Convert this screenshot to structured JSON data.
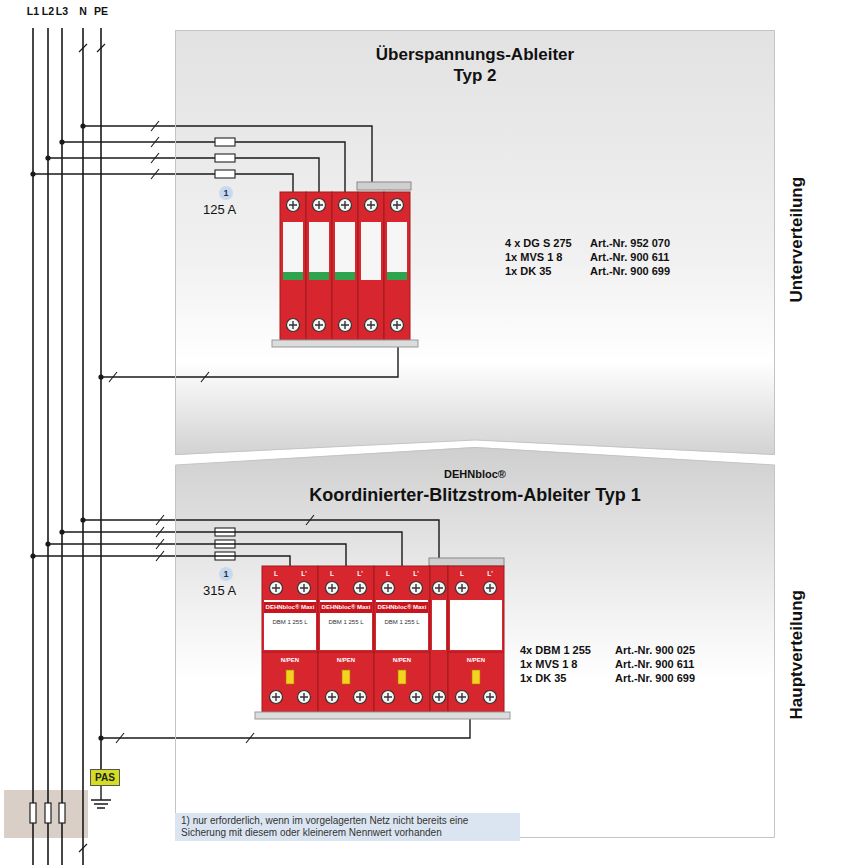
{
  "diagram": {
    "nodes": [
      {
        "text": [
          "Überspannungs-Ableiter Typ 2"
        ]
      },
      {
        "text": [
          "DEHNbloc®",
          "Koordinierter-Blitzstrom-Ableiter Typ 1"
        ]
      },
      {
        "text": [
          "PAS"
        ]
      },
      {
        "text": [
          "1) nur erforderlich, wenn im vorgelagerten Netz nicht bereits eine Sicherung mit diesem oder kleinerem Nennwert vorhanden"
        ]
      }
    ],
    "labels": [
      "L1",
      "L2",
      "L3",
      "N",
      "PE",
      "1",
      "125 A",
      "4 x DG S 275",
      "Art.-Nr. 952 070",
      "1x MVS 1 8",
      "Art.-Nr. 900 611",
      "1x DK 35",
      "Art.-Nr. 900 699",
      "Unterverteilung",
      "1",
      "315 A",
      "L",
      "L'",
      "L",
      "L'",
      "L",
      "L'",
      "L",
      "L'",
      "DEHNbloc® Maxi",
      "DEHNbloc® Maxi",
      "DEHNbloc® Maxi",
      "DBM 1 255 L",
      "DBM 1 255 L",
      "DBM 1 255 L",
      "N/PEN",
      "N/PEN",
      "N/PEN",
      "N/PEN",
      "4x DBM 1 255",
      "Art.-Nr. 900 025",
      "1x MVS 1 8",
      "Art.-Nr. 900 611",
      "1x DK 35",
      "Art.-Nr. 900 699",
      "Hauptverteilung"
    ]
  }
}
